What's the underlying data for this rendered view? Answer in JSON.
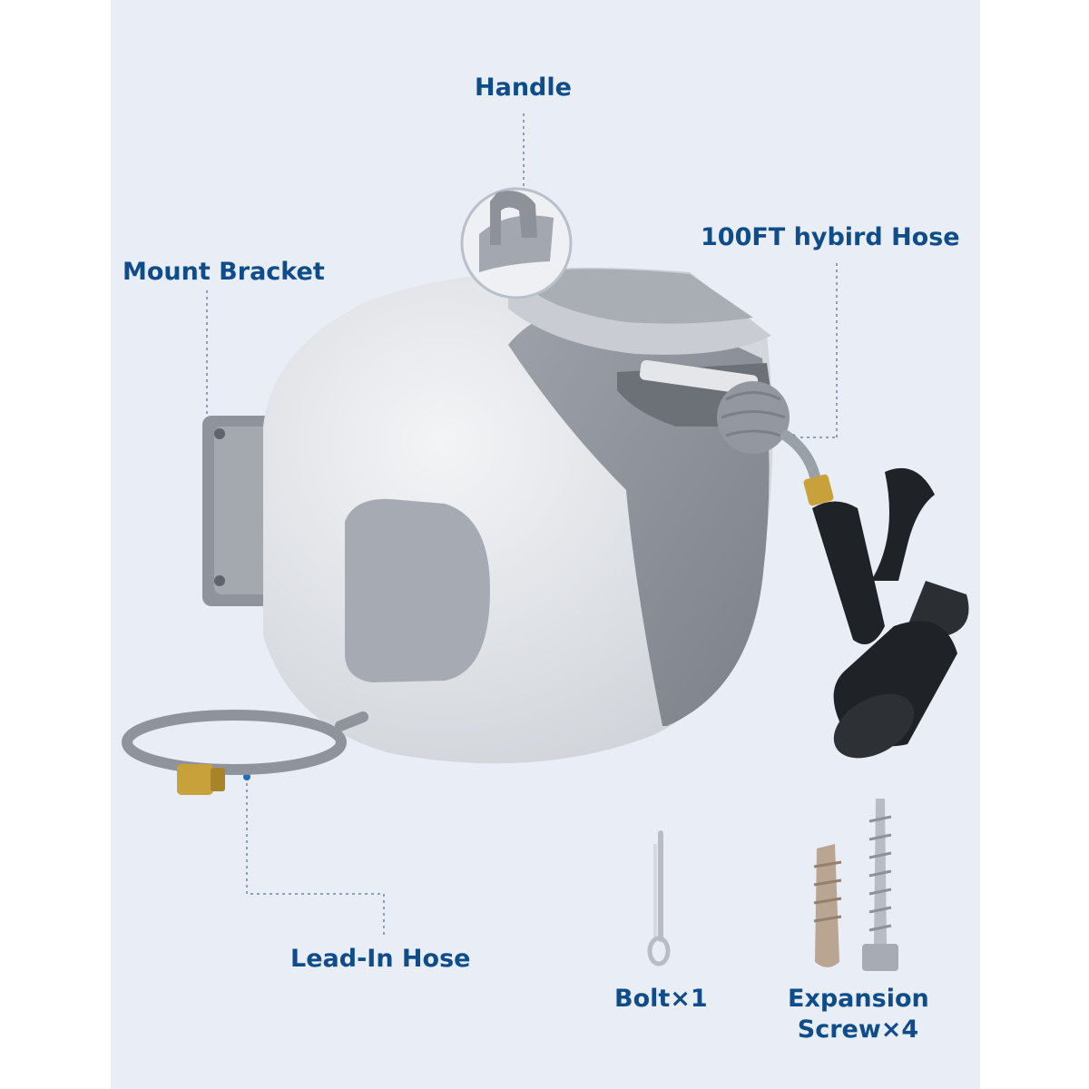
{
  "labels": {
    "handle": "Handle",
    "hose": "100FT hybird Hose",
    "mount": "Mount Bracket",
    "lead_in": "Lead-In Hose",
    "bolt": "Bolt×1",
    "expansion_1": "Expansion",
    "expansion_2": "Screw×4"
  },
  "colors": {
    "label": "#0f4c8a",
    "leader": "#8aa0bd",
    "body_light": "#dfe2e7",
    "body_dark": "#8f949c",
    "brass": "#c9a13b",
    "nozzle": "#1f2226"
  }
}
